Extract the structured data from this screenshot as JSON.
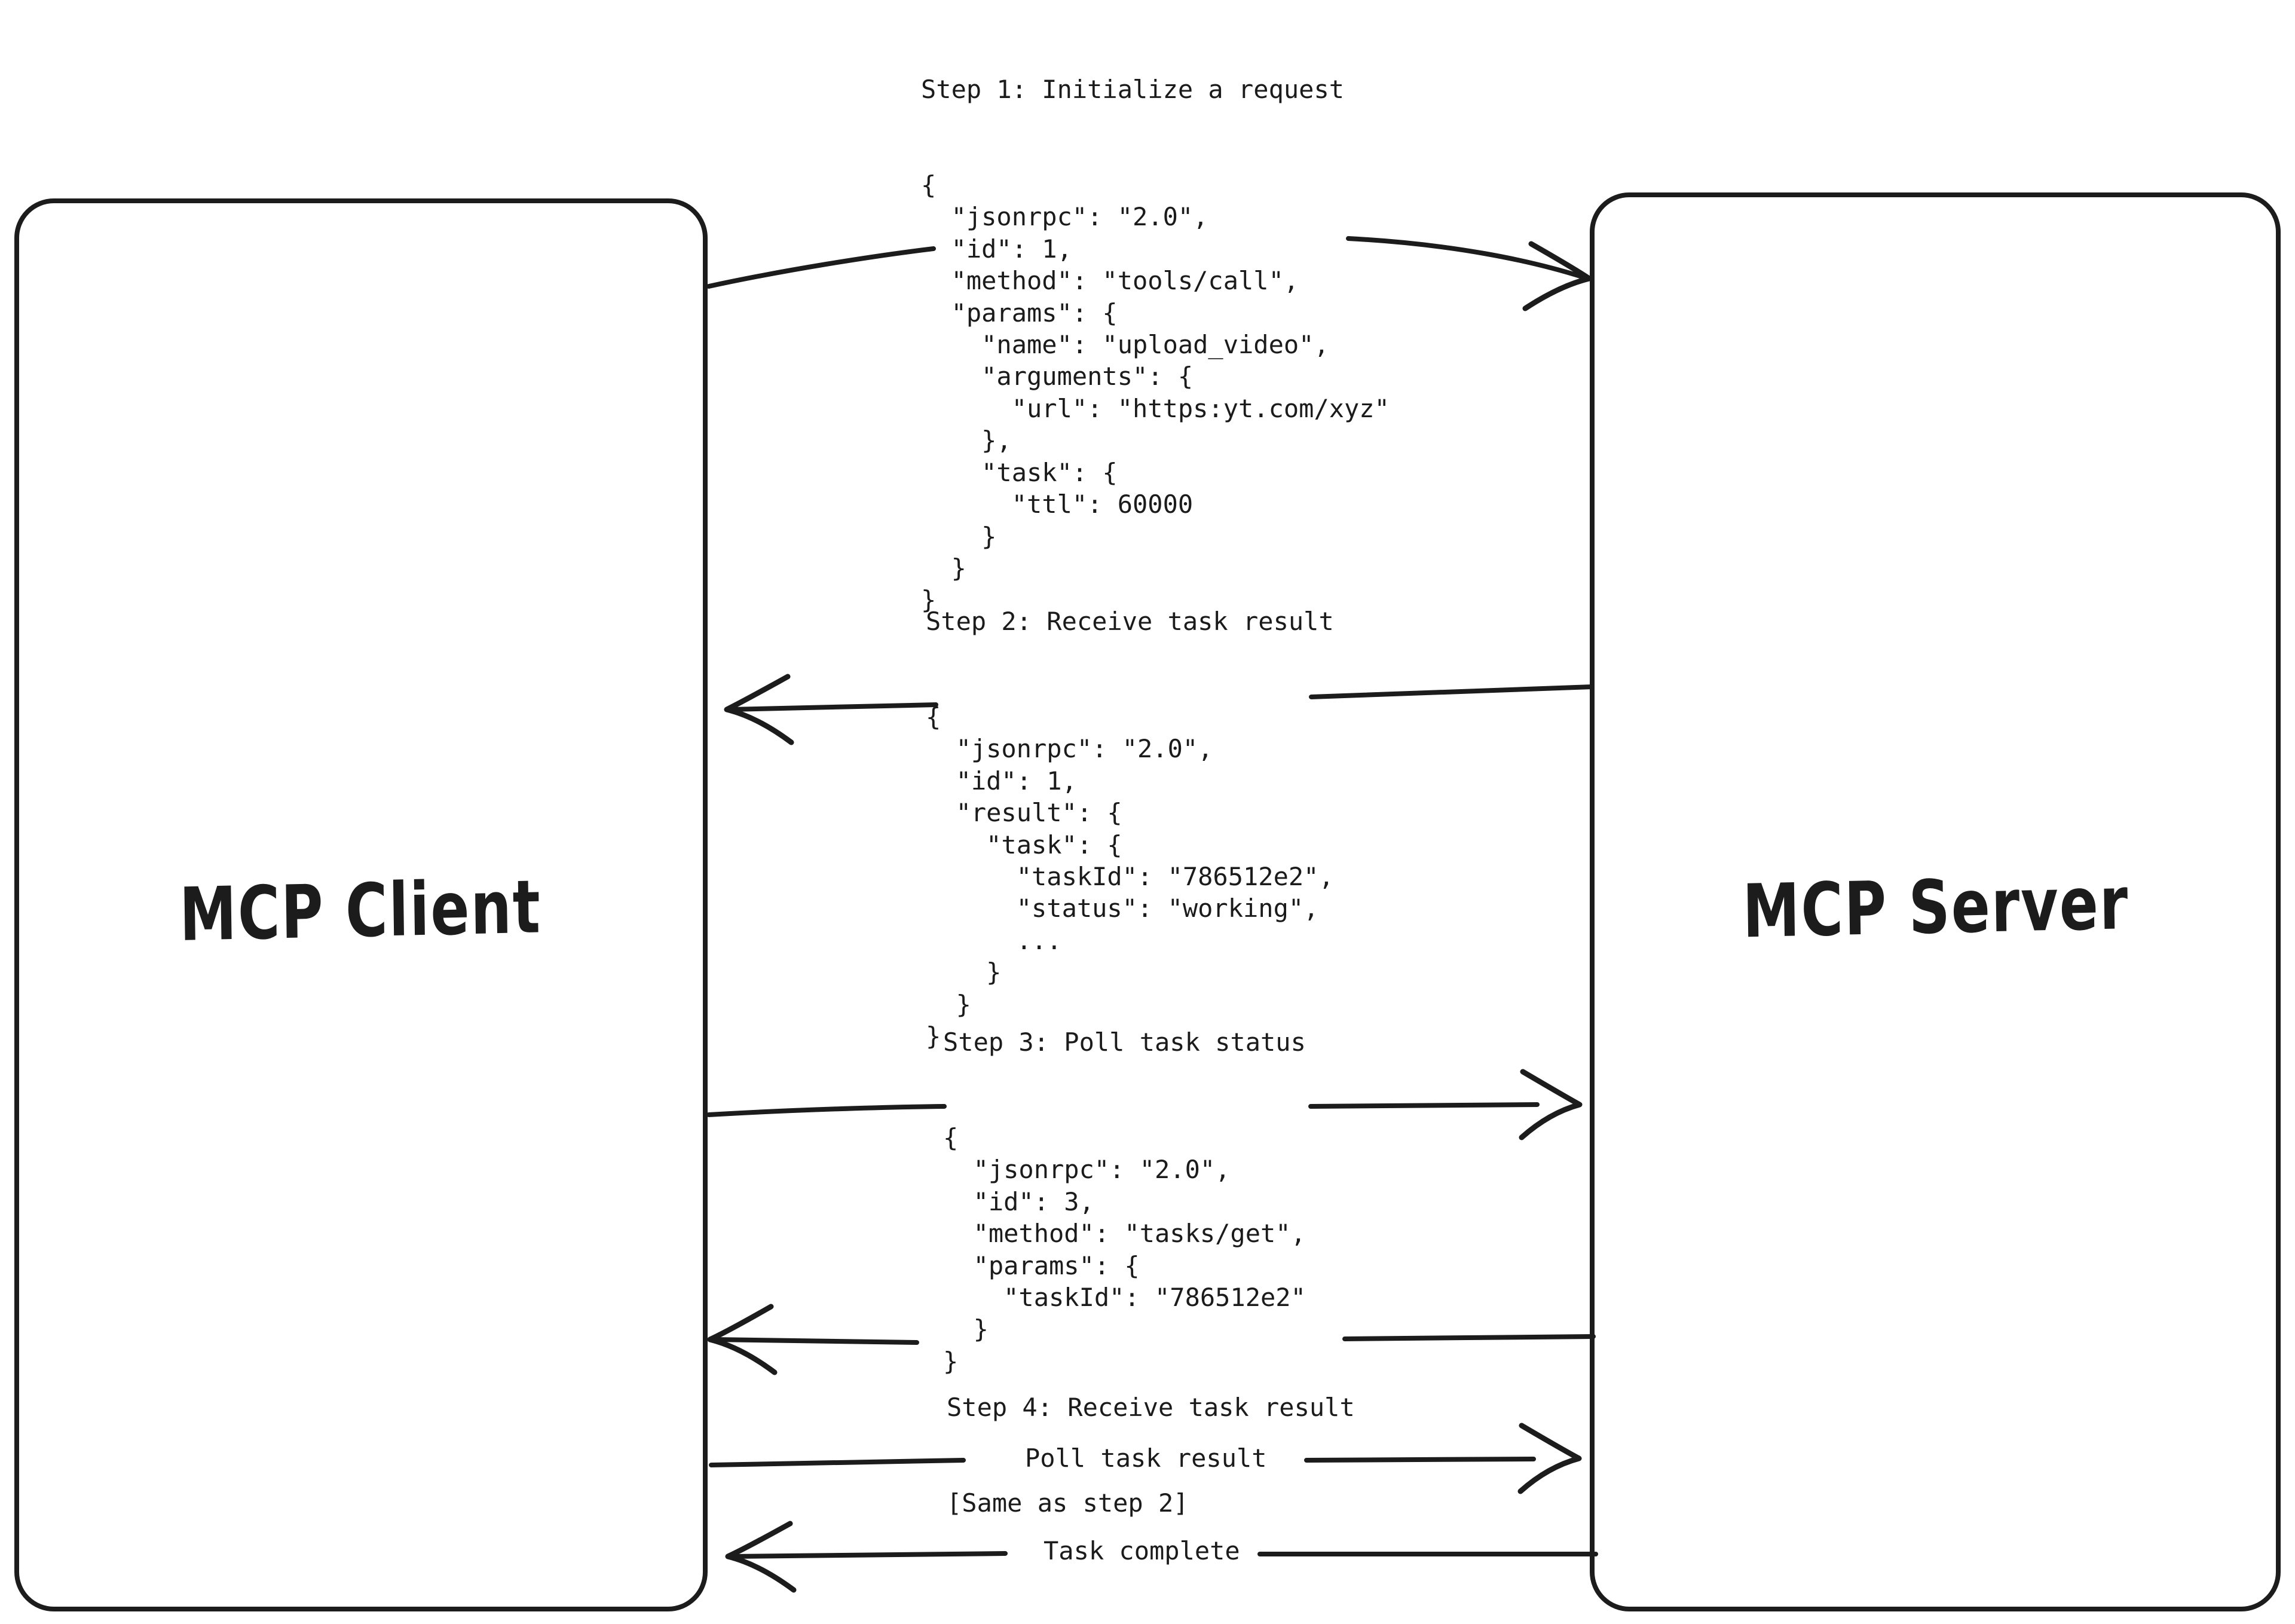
{
  "diagram": {
    "client": {
      "label": "MCP Client"
    },
    "server": {
      "label": "MCP Server"
    },
    "steps": [
      {
        "title": "Step 1: Initialize a request",
        "code": "{\n  \"jsonrpc\": \"2.0\",\n  \"id\": 1,\n  \"method\": \"tools/call\",\n  \"params\": {\n    \"name\": \"upload_video\",\n    \"arguments\": {\n      \"url\": \"https:yt.com/xyz\"\n    },\n    \"task\": {\n      \"ttl\": 60000\n    }\n  }\n}"
      },
      {
        "title": "Step 2: Receive task result",
        "code": "{\n  \"jsonrpc\": \"2.0\",\n  \"id\": 1,\n  \"result\": {\n    \"task\": {\n      \"taskId\": \"786512e2\",\n      \"status\": \"working\",\n      ...\n    }\n  }\n}"
      },
      {
        "title": "Step 3: Poll task status",
        "code": "{\n  \"jsonrpc\": \"2.0\",\n  \"id\": 3,\n  \"method\": \"tasks/get\",\n  \"params\": {\n    \"taskId\": \"786512e2\"\n  }\n}"
      },
      {
        "title": "Step 4: Receive task result",
        "subtitle": "[Same as step 2]"
      }
    ],
    "messages": [
      {
        "label": "Poll task result"
      },
      {
        "label": "Task complete"
      }
    ]
  },
  "colors": {
    "ink": "#1c1c1c",
    "background": "#ffffff"
  }
}
